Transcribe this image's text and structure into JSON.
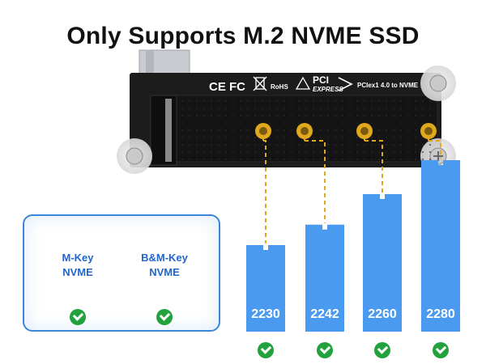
{
  "title": "Only Supports M.2 NVME SSD",
  "board": {
    "marks": {
      "ce_fc": "CE FC",
      "rohs": "RoHS",
      "pci": "PCI",
      "express": "EXPRESS",
      "interface": "PCIex1 4.0 to NVME"
    }
  },
  "supported_keys": [
    {
      "line1": "M-Key",
      "line2": "NVME"
    },
    {
      "line1": "B&M-Key",
      "line2": "NVME"
    }
  ],
  "sizes": [
    {
      "label": "2230",
      "length_mm": 30
    },
    {
      "label": "2242",
      "length_mm": 42
    },
    {
      "label": "2260",
      "length_mm": 60
    },
    {
      "label": "2280",
      "length_mm": 80
    }
  ],
  "colors": {
    "accent_blue": "#4a9af0",
    "board": "#1a1a1a",
    "gold": "#e0a81c",
    "check_green": "#22a23d"
  }
}
